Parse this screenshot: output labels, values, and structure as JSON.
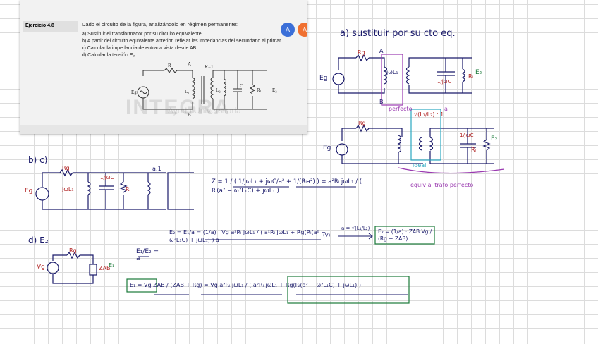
{
  "screenshot": {
    "exercise_label": "Ejercicio 4.8",
    "heading": "Dado el circuito de la figura, analizándolo en régimen permanente:",
    "items": [
      "a)  Sustituir el transformador por su circuito equivalente.",
      "b)  A partir del circuito equivalente anterior, reflejar las impedancias del secundario al primar",
      "c)  Calcular la impedancia de entrada vista desde AB.",
      "d)  Calcular la tensión E₂."
    ],
    "watermark": "INTEGRA",
    "watermark_sub": "Ayuda Universitaria",
    "button_a": "A",
    "button_b": "A",
    "circuit_labels": {
      "r": "R",
      "a": "A",
      "k": "K=1",
      "b": "B",
      "eg": "Eg",
      "l1": "L₁",
      "l2": "L₂",
      "c": "C",
      "rl": "Rₗ",
      "e2": "E₂"
    }
  },
  "notes": {
    "a_title": "a) sustituir por su cto eq.",
    "b_title": "b) c)",
    "d_title": "d)  E₂",
    "perfecto": "perfecto",
    "ideal": "ideal",
    "equiv": "equiv al trafo perfecto",
    "ratio_a": "a",
    "ratio_b": "a:1",
    "ratio_c": "√(L₁/L₂) : 1",
    "rg": "Rg",
    "eg": "Eg",
    "vg": "Vg",
    "jwl1": "jωL₁",
    "jwc": "1/jωC",
    "rl": "Rₗ",
    "e2": "E₂",
    "e1": "E₁",
    "zab": "ZAB",
    "a_mark": "A",
    "b_mark": "B",
    "z_formula": "Z = 1 / ( 1/jωL₁ + jωC/a² + 1/(Rₗa²) ) = a²Rₗ jωL₁ / ( Rₗ(a² − ω²L₁C) + jωL₁ )",
    "e2_formula": "E₂ = E₁/a = (1/a) · Vg a²Rₗ jωL₁ / ( a²Rₗ jωL₁ + Rg(Rₗ(a² − ω²L₁C) + jωL₁) ) a",
    "a_def": "a = √(L₁/L₂)",
    "v_unit": "(V)",
    "e2_boxed": "E₂ = (1/a) · ZAB Vg / (Rg + ZAB)",
    "ratio_eq": "E₁/E₂ = a",
    "e1_formula": "E₁ = Vg ZAB / (ZAB + Rg) = Vg a²Rₗ jωL₁ / ( a²Rₗ jωL₁ + Rg(Rₗ(a² − ω²L₁C) + jωL₁) )"
  }
}
